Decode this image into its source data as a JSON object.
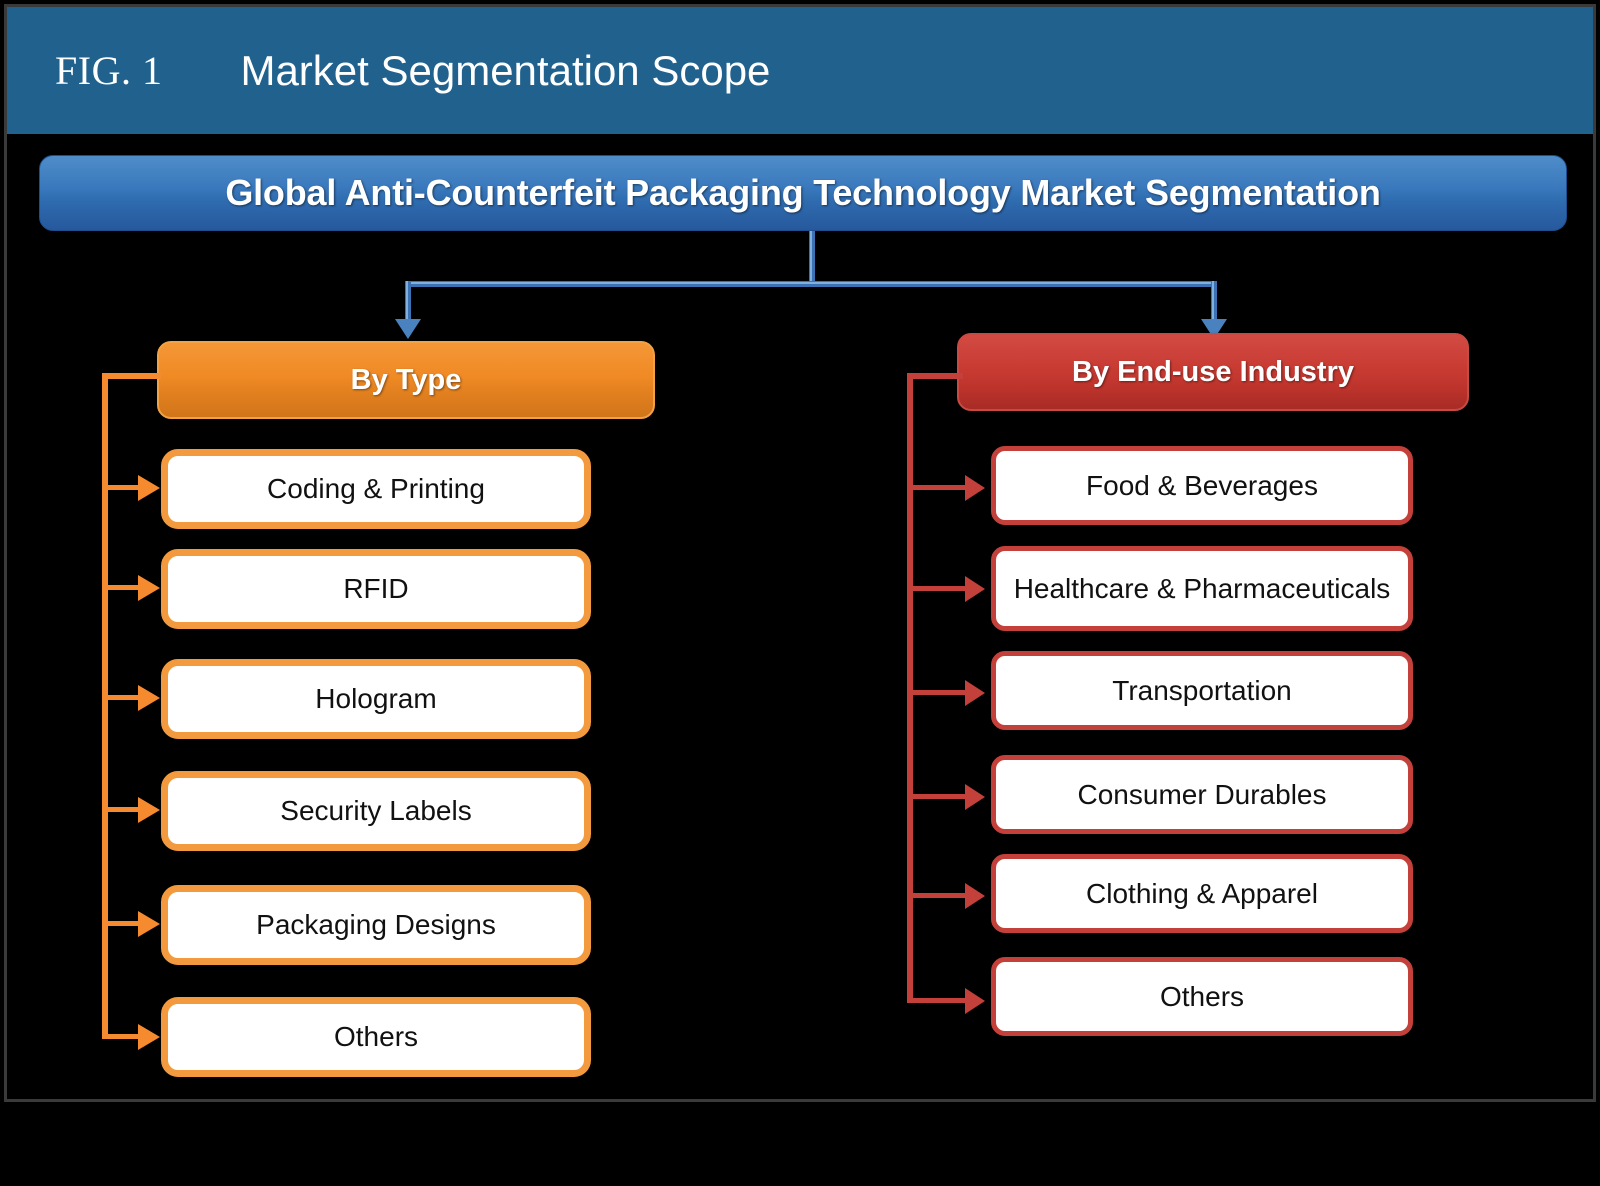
{
  "figure": {
    "number": "FIG. 1",
    "caption": "Market Segmentation Scope",
    "header_color": "#20618D"
  },
  "main_title": {
    "text": "Global Anti-Counterfeit Packaging Technology Market Segmentation",
    "color": "#3a79bd"
  },
  "branches": [
    {
      "id": "by-type",
      "header": "By Type",
      "accent_color": "#F08A25",
      "items": [
        "Coding & Printing",
        "RFID",
        "Hologram",
        "Security Labels",
        "Packaging Designs",
        "Others"
      ]
    },
    {
      "id": "by-end-use-industry",
      "header": "By End-use Industry",
      "accent_color": "#C83B33",
      "items": [
        "Food & Beverages",
        "Healthcare & Pharmaceuticals",
        "Transportation",
        "Consumer Durables",
        "Clothing & Apparel",
        "Others"
      ]
    }
  ]
}
